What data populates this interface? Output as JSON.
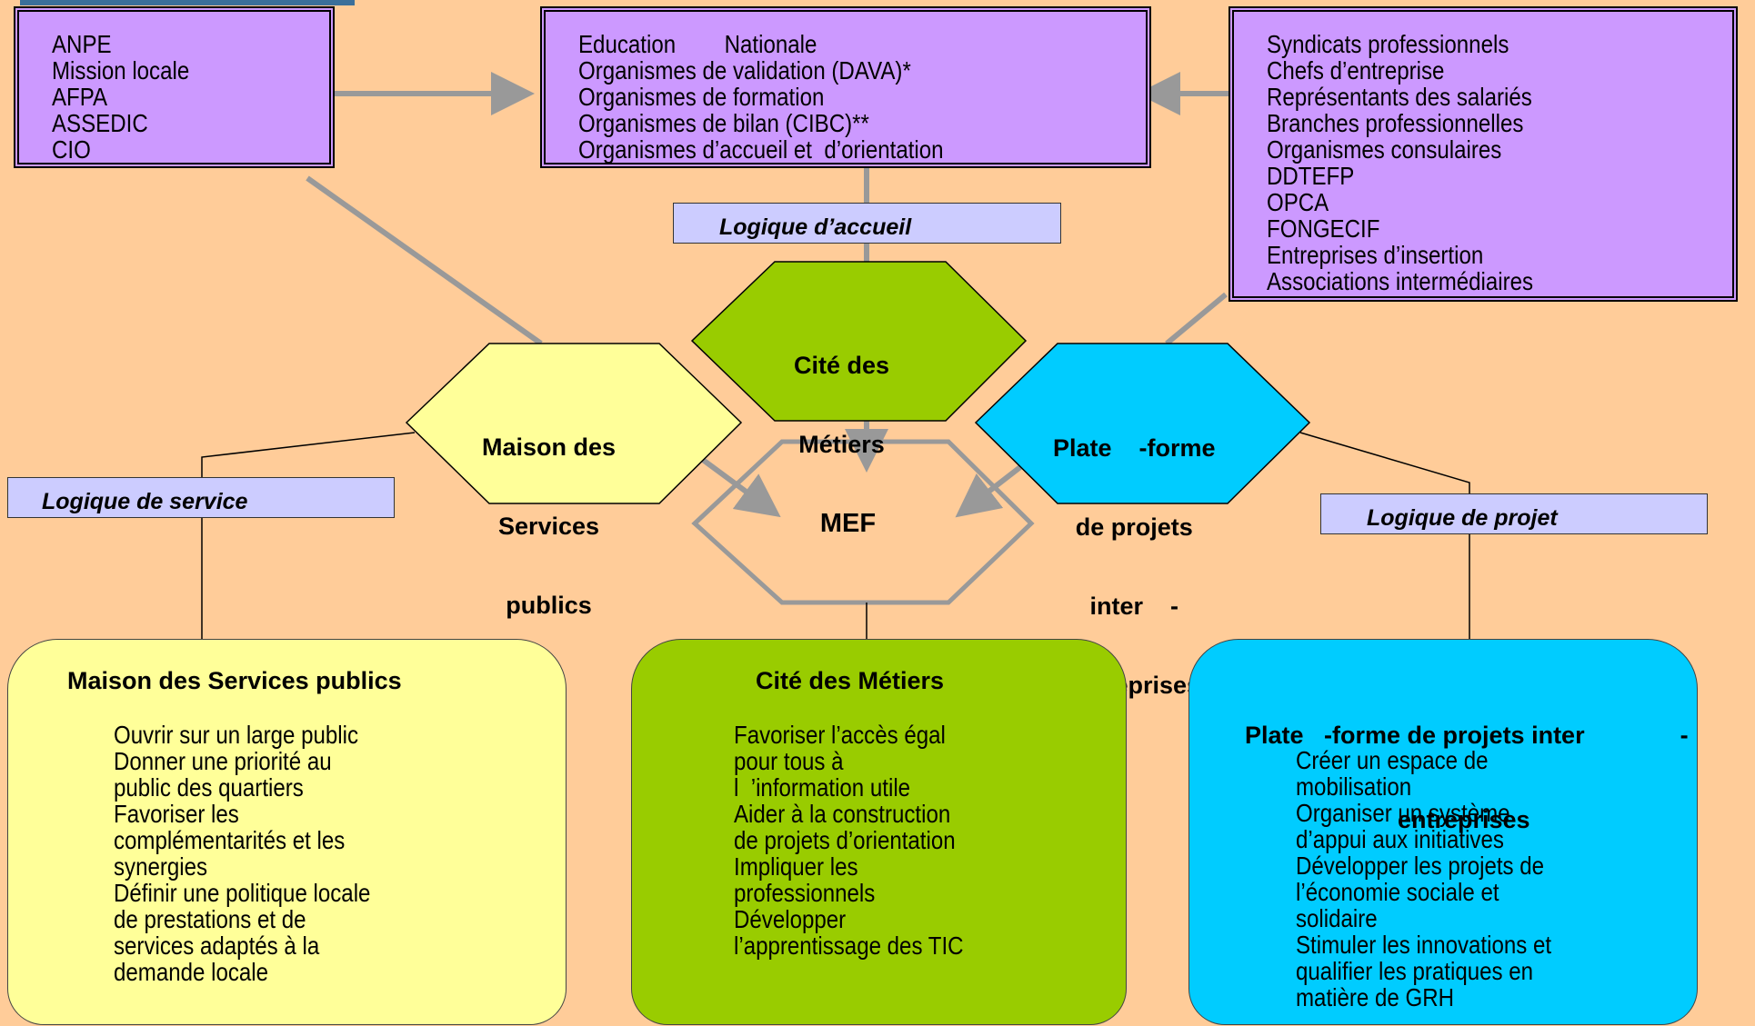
{
  "top_left_box": {
    "items": [
      "ANPE",
      "Mission locale",
      "AFPA",
      "ASSEDIC",
      "CIO"
    ]
  },
  "top_center_box": {
    "items": [
      "Education        Nationale",
      "Organismes de validation (DAVA)*",
      "Organismes de formation",
      "Organismes de bilan (CIBC)**",
      "Organismes d’accueil et  d’orientation"
    ]
  },
  "top_right_box": {
    "items": [
      "Syndicats professionnels",
      "Chefs d’entreprise",
      "Représentants des salariés",
      "Branches professionnelles",
      "Organismes consulaires",
      "DDTEFP",
      "OPCA",
      "FONGECIF",
      "Entreprises d’insertion",
      "Associations intermédiaires"
    ]
  },
  "labels": {
    "accueil": "Logique d’accueil",
    "service": "Logique de service",
    "projet": "Logique de projet"
  },
  "hexagons": {
    "cite": [
      "Cité des",
      "Métiers"
    ],
    "maison": [
      "Maison des",
      "Services",
      "publics"
    ],
    "plateforme": [
      "Plate    -forme",
      "de projets",
      "inter    -",
      "entreprises"
    ],
    "mef": "MEF"
  },
  "bottom_boxes": {
    "maison": {
      "title": "Maison des Services publics",
      "items": [
        "Ouvrir sur un large public",
        "Donner une priorité au",
        "public des quartiers",
        "Favoriser les",
        "complémentarités et les",
        "synergies",
        "Définir une politique locale",
        "de prestations et de",
        "services adaptés à la",
        "demande locale"
      ]
    },
    "cite": {
      "title": "Cité des Métiers",
      "items": [
        "Favoriser l’accès égal",
        "pour tous à",
        "l  ’information utile",
        "Aider à la construction",
        "de projets d’orientation",
        "Impliquer les",
        "professionnels",
        "Développer",
        "l’apprentissage des TIC"
      ]
    },
    "plateforme": {
      "title_lines": [
        "Plate   -forme de projets inter              -",
        "entreprises"
      ],
      "items": [
        "Créer un espace de",
        "mobilisation",
        "Organiser un système",
        "d’appui aux initiatives",
        "Développer les projets de",
        "l’économie sociale et",
        "solidaire",
        "Stimuler les innovations et",
        "qualifier les pratiques en",
        "matière de GRH"
      ]
    }
  },
  "colors": {
    "background": "#ffcc99",
    "org_box": "#cc99ff",
    "label": "#ccccff",
    "maison": "#ffff99",
    "cite": "#99cc00",
    "plateforme": "#00ccff",
    "connector": "#999999"
  }
}
